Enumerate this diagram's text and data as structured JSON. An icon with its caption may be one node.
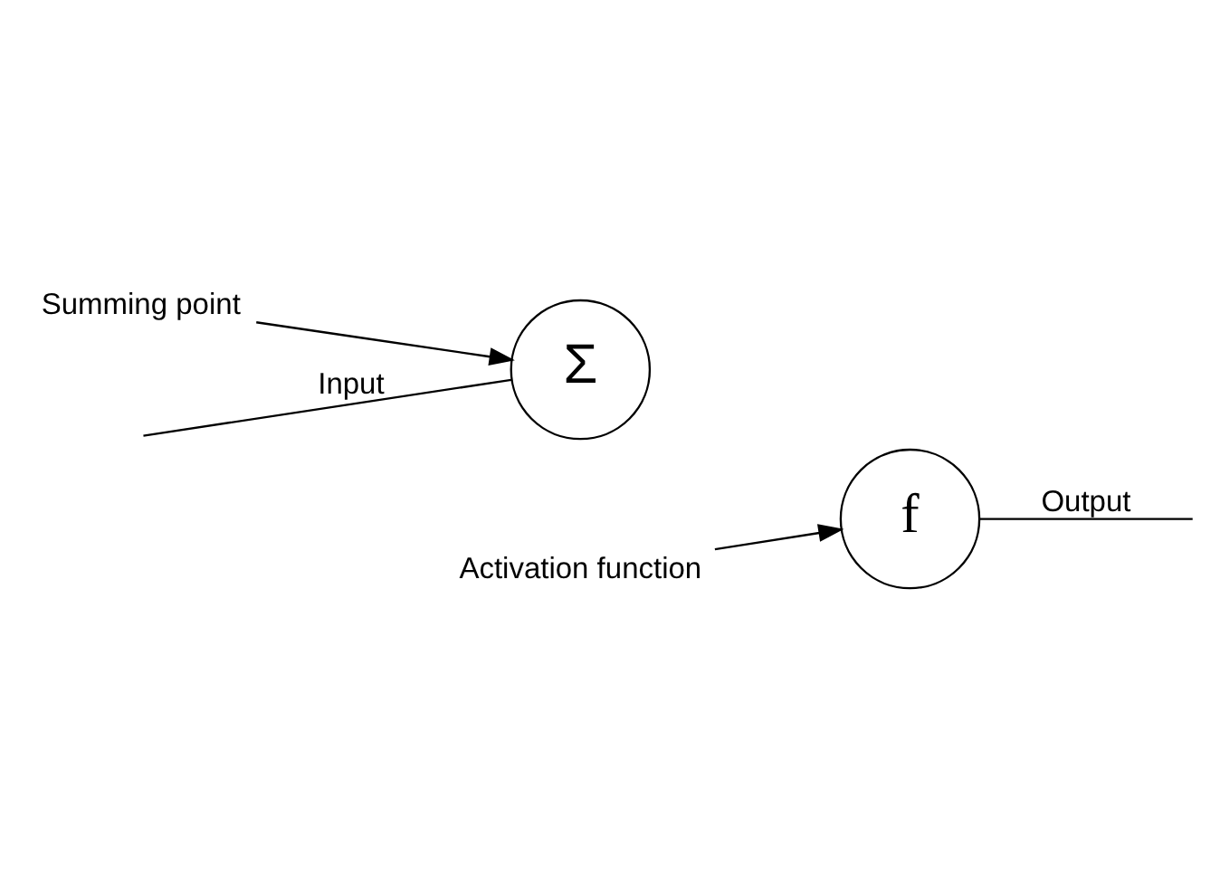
{
  "diagram": {
    "nodes": [
      {
        "text": [
          "Summing point"
        ]
      },
      {
        "text": [
          "Σ"
        ]
      },
      {
        "text": [
          "f"
        ]
      },
      {
        "text": [
          "Activation function"
        ]
      }
    ],
    "edges": [
      {
        "from": 0,
        "to": 1,
        "arrow": "to"
      },
      {
        "from": null,
        "to": 1,
        "arrow": "none",
        "label": "Input"
      },
      {
        "from": 2,
        "to": null,
        "arrow": "none",
        "label": "Output"
      },
      {
        "from": 3,
        "to": 2,
        "arrow": "to"
      }
    ]
  }
}
